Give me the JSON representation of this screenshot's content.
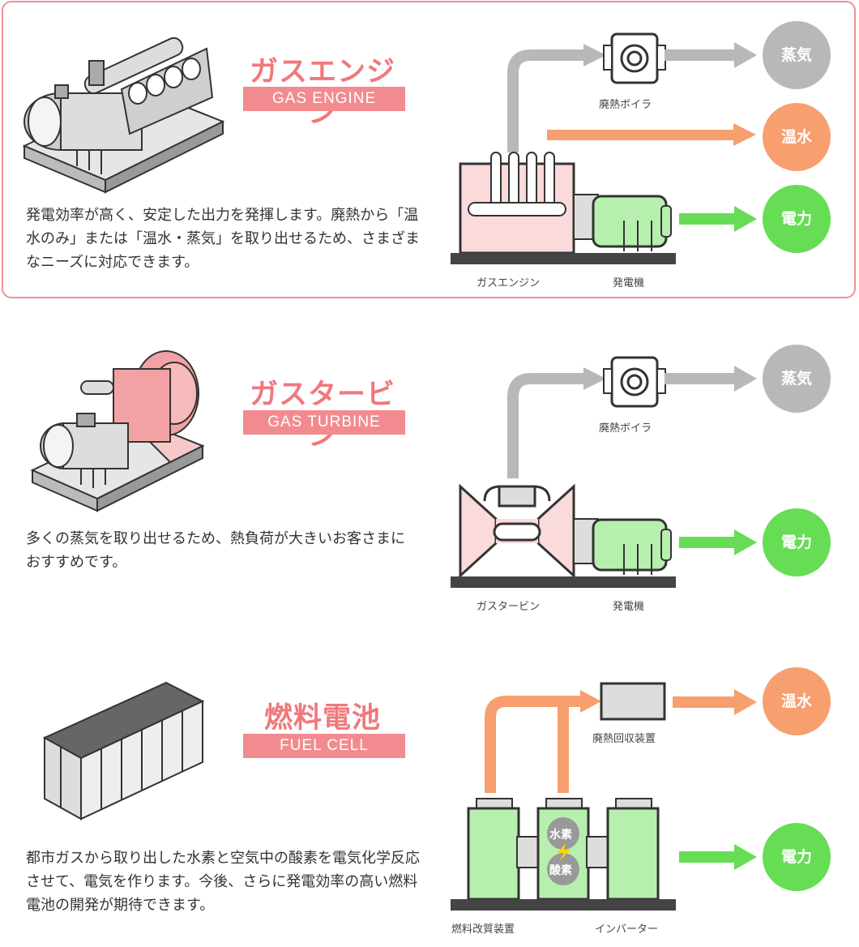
{
  "colors": {
    "border": "#f08f92",
    "title": "#f0787c",
    "title_band": "#f28b8f",
    "steam": "#b8b8b8",
    "hot_water": "#f79f6f",
    "power": "#66dd55"
  },
  "sections": [
    {
      "title_jp": "ガスエンジン",
      "title_en": "GAS ENGINE",
      "description": "発電効率が高く、安定した出力を発揮します。廃熱から「温水のみ」または「温水・蒸気」を取り出せるため、さまざまなニーズに対応できます。",
      "outputs": [
        "蒸気",
        "温水",
        "電力"
      ],
      "labels": {
        "boiler": "廃熱ボイラ",
        "main": "ガスエンジン",
        "generator": "発電機"
      }
    },
    {
      "title_jp": "ガスタービン",
      "title_en": "GAS TURBINE",
      "description": "多くの蒸気を取り出せるため、熱負荷が大きいお客さまにおすすめです。",
      "outputs": [
        "蒸気",
        "電力"
      ],
      "labels": {
        "boiler": "廃熱ボイラ",
        "main": "ガスタービン",
        "generator": "発電機"
      }
    },
    {
      "title_jp": "燃料電池",
      "title_en": "FUEL CELL",
      "description": "都市ガスから取り出した水素と空気中の酸素を電気化学反応させて、電気を作ります。今後、さらに発電効率の高い燃料電池の開発が期待できます。",
      "outputs": [
        "温水",
        "電力"
      ],
      "labels": {
        "recovery": "廃熱回収装置",
        "reformer": "燃料改質装置",
        "inverter": "インバーター",
        "hydrogen": "水素",
        "oxygen": "酸素"
      }
    }
  ]
}
